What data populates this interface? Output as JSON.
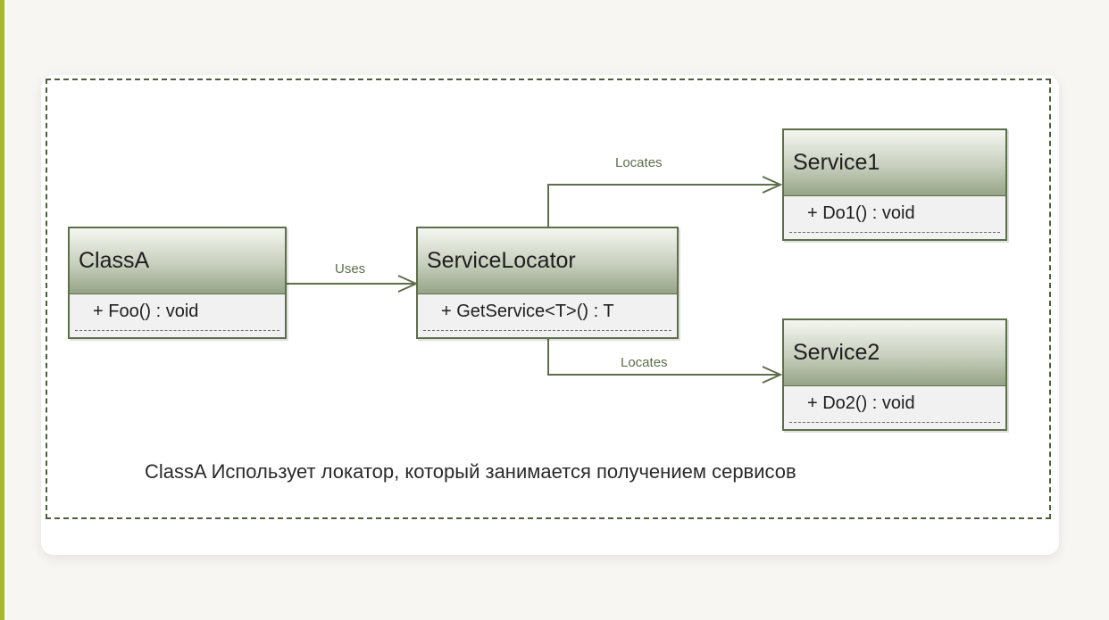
{
  "heading": "",
  "colors": {
    "accent": "#a8b82a",
    "box_border": "#5d6e4b",
    "connector": "#5d6e4b",
    "frame": "#4b5f3d"
  },
  "diagram": {
    "classes": {
      "class_a": {
        "name": "ClassA",
        "operation": "+ Foo() : void"
      },
      "service_locator": {
        "name": "ServiceLocator",
        "operation": "+ GetService<T>() : T"
      },
      "service1": {
        "name": "Service1",
        "operation": "+ Do1() : void"
      },
      "service2": {
        "name": "Service2",
        "operation": "+ Do2() : void"
      }
    },
    "relations": {
      "uses": "Uses",
      "locates_1": "Locates",
      "locates_2": "Locates"
    },
    "caption": "ClassA Использует локатор, который занимается получением сервисов"
  }
}
